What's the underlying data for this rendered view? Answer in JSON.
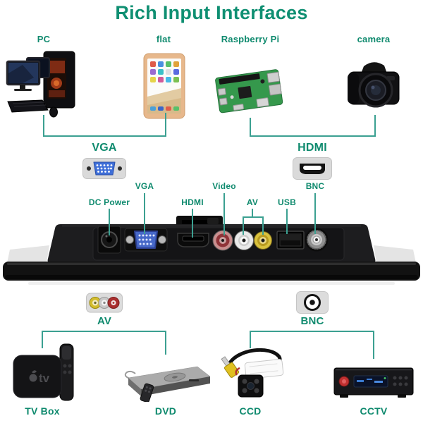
{
  "colors": {
    "accent_text": "#0f8a6e",
    "accent_line": "#3ba091",
    "vga_blue": "#4668c8",
    "rca_yellow": "#d9c13e",
    "rca_white": "#e9e9e9",
    "rca_red": "#c98f8f"
  },
  "title": "Rich Input Interfaces",
  "top_devices": [
    {
      "label": "PC"
    },
    {
      "label": "flat"
    },
    {
      "label": "Raspberry Pi"
    },
    {
      "label": "camera"
    }
  ],
  "input_connectors": [
    {
      "label": "VGA"
    },
    {
      "label": "HDMI"
    }
  ],
  "port_callouts": {
    "vga": "VGA",
    "video": "Video",
    "bnc": "BNC",
    "dc_power": "DC Power",
    "hdmi": "HDMI",
    "av": "AV",
    "usb": "USB"
  },
  "output_connectors": [
    {
      "label": "AV"
    },
    {
      "label": "BNC"
    }
  ],
  "bottom_devices": [
    {
      "label": "TV Box"
    },
    {
      "label": "DVD"
    },
    {
      "label": "CCD"
    },
    {
      "label": "CCTV"
    }
  ],
  "appletv_logo_text": "tv"
}
